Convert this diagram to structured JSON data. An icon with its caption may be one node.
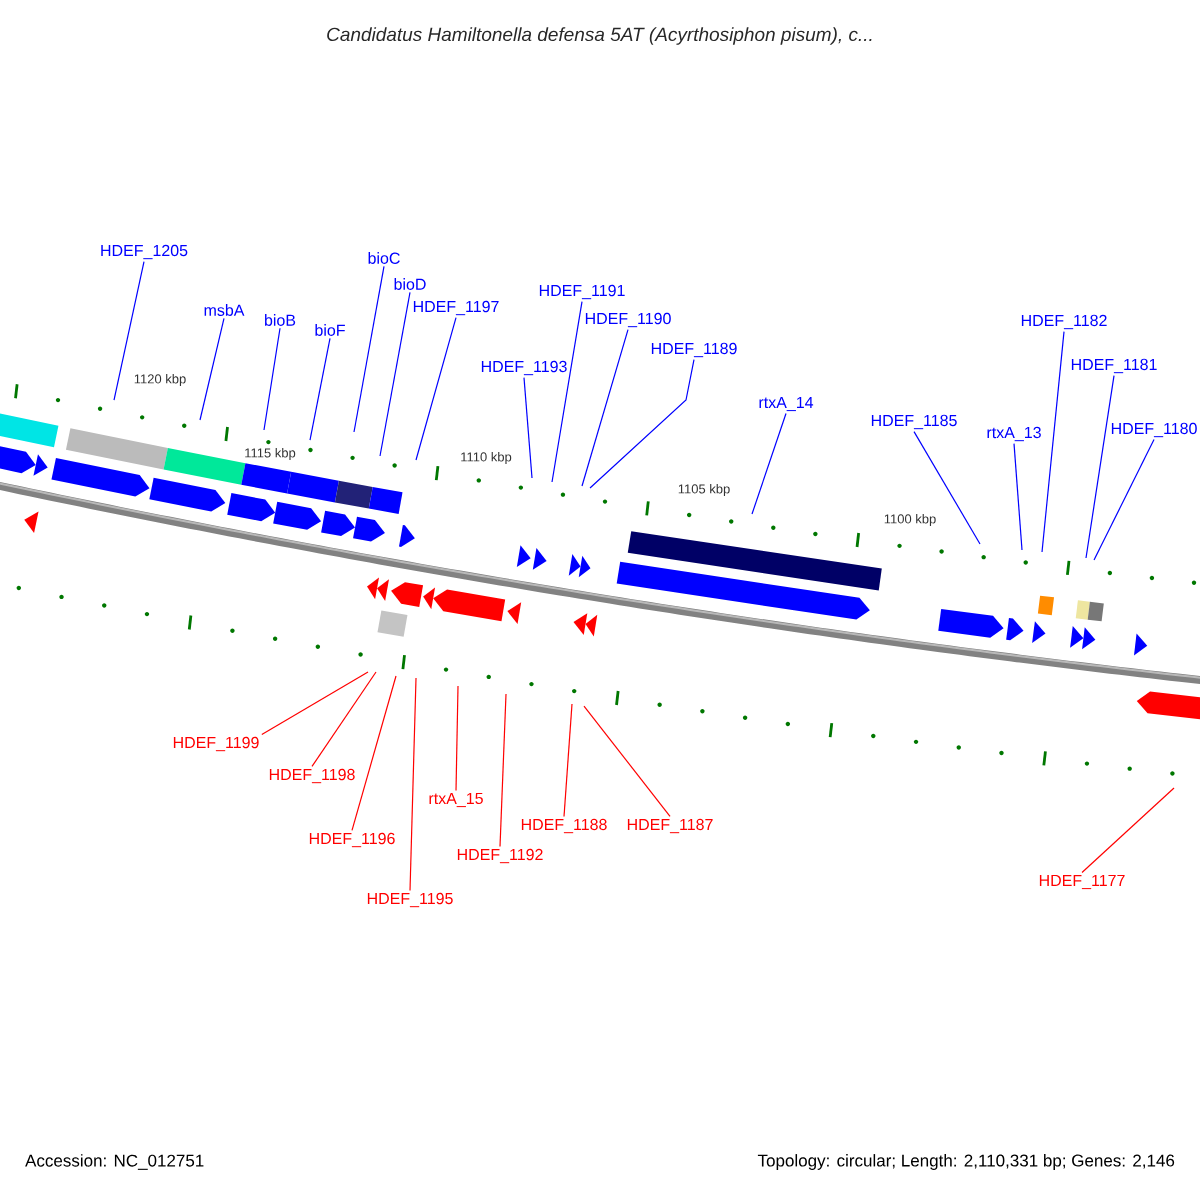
{
  "diagram": {
    "title": "Candidatus Hamiltonella defensa 5AT (Acyrthosiphon pisum), c...",
    "nodes": [
      {
        "text": [
          "HDEF_1205"
        ]
      },
      {
        "text": [
          "bioC"
        ]
      },
      {
        "text": [
          "bioD"
        ]
      },
      {
        "text": [
          "HDEF_1191"
        ]
      },
      {
        "text": [
          "HDEF_1197"
        ]
      },
      {
        "text": [
          "msbA"
        ]
      },
      {
        "text": [
          "HDEF_1190"
        ]
      },
      {
        "text": [
          "bioB"
        ]
      },
      {
        "text": [
          "HDEF_1182"
        ]
      },
      {
        "text": [
          "bioF"
        ]
      },
      {
        "text": [
          "HDEF_1189"
        ]
      },
      {
        "text": [
          "HDEF_1193"
        ]
      },
      {
        "text": [
          "HDEF_1181"
        ]
      },
      {
        "text": [
          "rtxA_14"
        ]
      },
      {
        "text": [
          "HDEF_1180"
        ]
      },
      {
        "text": [
          "HDEF_1185"
        ]
      },
      {
        "text": [
          "rtxA_13"
        ]
      },
      {
        "text": [
          "HDEF_1199"
        ]
      },
      {
        "text": [
          "HDEF_1198"
        ]
      },
      {
        "text": [
          "rtxA_15"
        ]
      },
      {
        "text": [
          "HDEF_1188"
        ]
      },
      {
        "text": [
          "HDEF_1187"
        ]
      },
      {
        "text": [
          "HDEF_1196"
        ]
      },
      {
        "text": [
          "HDEF_1192"
        ]
      },
      {
        "text": [
          "HDEF_1177"
        ]
      },
      {
        "text": [
          "HDEF_1195"
        ]
      }
    ],
    "edges": [
      {
        "from": 0,
        "to": null,
        "arrow": "none"
      },
      {
        "from": 1,
        "to": null,
        "arrow": "none"
      },
      {
        "from": 2,
        "to": null,
        "arrow": "none"
      },
      {
        "from": 3,
        "to": null,
        "arrow": "none"
      },
      {
        "from": 4,
        "to": null,
        "arrow": "none"
      },
      {
        "from": 5,
        "to": null,
        "arrow": "none"
      },
      {
        "from": 6,
        "to": null,
        "arrow": "none"
      },
      {
        "from": 7,
        "to": null,
        "arrow": "none"
      },
      {
        "from": 8,
        "to": null,
        "arrow": "none"
      },
      {
        "from": 9,
        "to": null,
        "arrow": "none"
      },
      {
        "from": 10,
        "to": null,
        "arrow": "none"
      },
      {
        "from": 11,
        "to": null,
        "arrow": "none"
      },
      {
        "from": 12,
        "to": null,
        "arrow": "none"
      },
      {
        "from": 13,
        "to": null,
        "arrow": "none"
      },
      {
        "from": 14,
        "to": null,
        "arrow": "none"
      },
      {
        "from": 15,
        "to": null,
        "arrow": "none"
      },
      {
        "from": 16,
        "to": null,
        "arrow": "none"
      },
      {
        "from": 17,
        "to": null,
        "arrow": "none",
        "color": "#ff0000"
      },
      {
        "from": 18,
        "to": null,
        "arrow": "none",
        "color": "#ff0000"
      },
      {
        "from": 19,
        "to": null,
        "arrow": "none",
        "color": "#ff0000"
      },
      {
        "from": 20,
        "to": null,
        "arrow": "none",
        "color": "#ff0000"
      },
      {
        "from": 21,
        "to": null,
        "arrow": "none",
        "color": "#ff0000"
      },
      {
        "from": 22,
        "to": null,
        "arrow": "none",
        "color": "#ff0000"
      },
      {
        "from": 23,
        "to": null,
        "arrow": "none",
        "color": "#ff0000"
      },
      {
        "from": 24,
        "to": null,
        "arrow": "none",
        "color": "#ff0000"
      },
      {
        "from": 25,
        "to": null,
        "arrow": "none",
        "color": "#ff0000"
      }
    ],
    "labels": [
      "1120 kbp",
      "1115 kbp",
      "1110 kbp",
      "1105 kbp",
      "1100 kbp",
      "Accession: NC_012751",
      "Topology: circular; Length: 2,110,331 bp; Genes: 2,146"
    ]
  }
}
